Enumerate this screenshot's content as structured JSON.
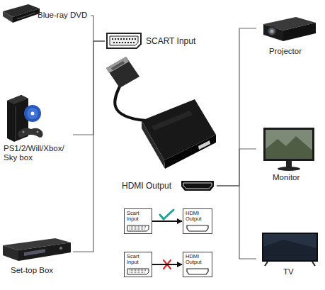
{
  "diagram": {
    "nodes": [
      {
        "text": [
          "Blue-ray DVD"
        ]
      },
      {
        "text": [
          "PS1/2/Will/Xbox/ Sky box"
        ]
      },
      {
        "text": [
          "Set-top Box"
        ]
      },
      {
        "text": [
          "SCART Input"
        ]
      },
      {
        "text": [
          "HDMI Output"
        ]
      },
      {
        "text": [
          "Projector"
        ]
      },
      {
        "text": [
          "Monitor"
        ]
      },
      {
        "text": [
          "TV"
        ]
      },
      {
        "text": [
          "Scart Input"
        ]
      },
      {
        "text": [
          "HDMI Output"
        ]
      },
      {
        "text": [
          "Scart Input"
        ]
      },
      {
        "text": [
          "HDMI Output"
        ]
      }
    ],
    "edges": [
      {
        "from": 0,
        "to": 3,
        "arrow": "none"
      },
      {
        "from": 1,
        "to": 3,
        "arrow": "none"
      },
      {
        "from": 2,
        "to": 3,
        "arrow": "none"
      },
      {
        "from": 4,
        "to": 5,
        "arrow": "none"
      },
      {
        "from": 4,
        "to": 6,
        "arrow": "none"
      },
      {
        "from": 4,
        "to": 7,
        "arrow": "none"
      },
      {
        "from": 8,
        "to": 9,
        "arrow": "to"
      },
      {
        "from": 10,
        "to": 11,
        "arrow": "to"
      }
    ]
  }
}
